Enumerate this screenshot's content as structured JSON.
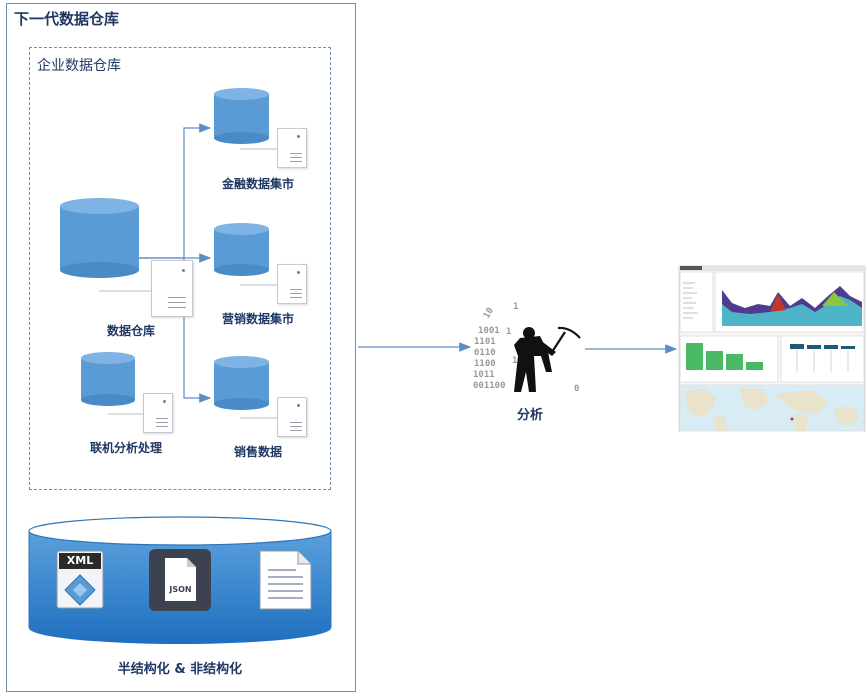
{
  "outer": {
    "title": "下一代数据仓库"
  },
  "inner": {
    "title": "企业数据仓库"
  },
  "nodes": {
    "finance_mart": "金融数据集市",
    "marketing_mart": "营销数据集市",
    "sales_data": "销售数据",
    "data_warehouse": "数据仓库",
    "olap": "联机分析处理"
  },
  "semi_structured": {
    "xml_label": "XML",
    "json_label": "JSON",
    "caption": "半结构化 & 非结构化"
  },
  "analysis": {
    "label": "分析"
  },
  "colors": {
    "cylinder": "#5b9bd5",
    "box_border": "#6e8fb3",
    "arrow": "#5b8fc4",
    "text": "#1f3864"
  }
}
